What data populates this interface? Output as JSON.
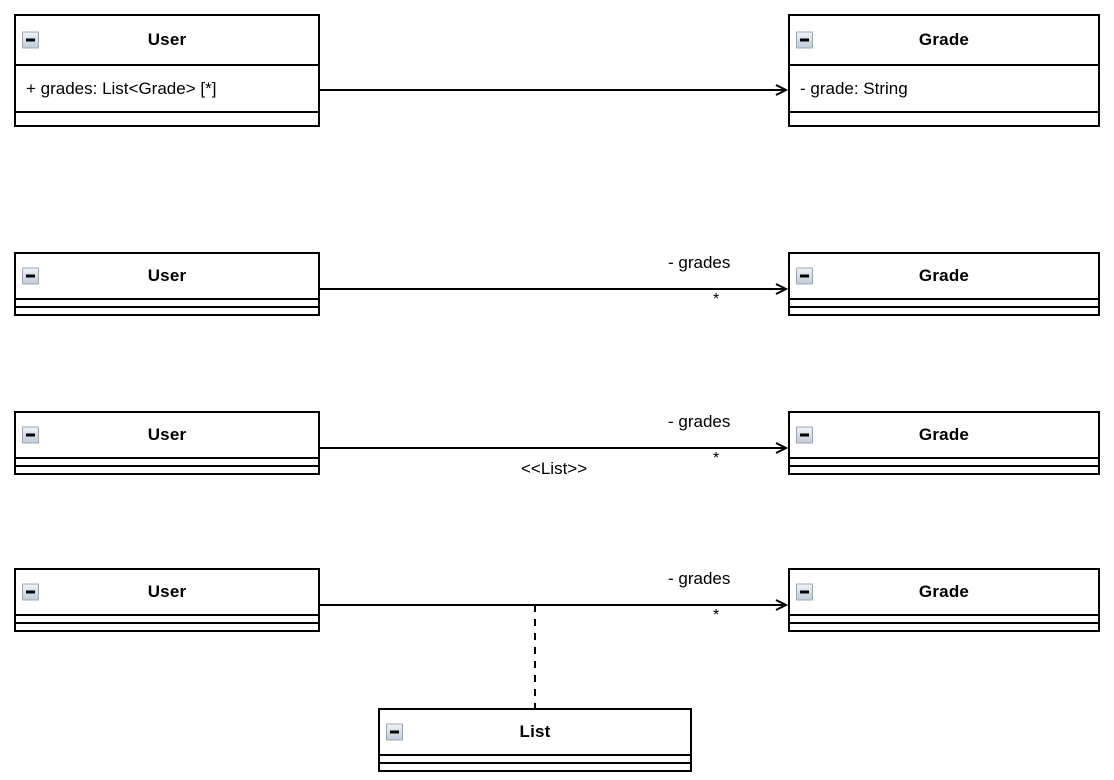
{
  "diagram": {
    "type": "uml-class-diagram",
    "background": "#ffffff",
    "line_color": "#000000",
    "icon_color": "#d2dce6",
    "rows": [
      {
        "id": "row-1",
        "description": "User with typed attribute referencing Grade",
        "left_class": {
          "name": "User",
          "attributes": [
            "+ grades: List<Grade> [*]"
          ]
        },
        "right_class": {
          "name": "Grade",
          "attributes": [
            "- grade: String"
          ]
        },
        "edge": {
          "role": "",
          "multiplicity": "",
          "stereotype": ""
        }
      },
      {
        "id": "row-2",
        "description": "User associated to Grade with role and multiplicity",
        "left_class": {
          "name": "User",
          "attributes": []
        },
        "right_class": {
          "name": "Grade",
          "attributes": []
        },
        "edge": {
          "role": "- grades",
          "multiplicity": "*",
          "stereotype": ""
        }
      },
      {
        "id": "row-3",
        "description": "Association qualified by a List stereotype",
        "left_class": {
          "name": "User",
          "attributes": []
        },
        "right_class": {
          "name": "Grade",
          "attributes": []
        },
        "edge": {
          "role": "- grades",
          "multiplicity": "*",
          "stereotype": "<<List>>"
        }
      },
      {
        "id": "row-4",
        "description": "Association anchored by dashed line to List class",
        "left_class": {
          "name": "User",
          "attributes": []
        },
        "right_class": {
          "name": "Grade",
          "attributes": []
        },
        "edge": {
          "role": "- grades",
          "multiplicity": "*",
          "stereotype": ""
        }
      }
    ],
    "anchor_class": {
      "name": "List",
      "attributes": []
    },
    "icons": {
      "collapse": "collapse-minus-icon"
    }
  }
}
